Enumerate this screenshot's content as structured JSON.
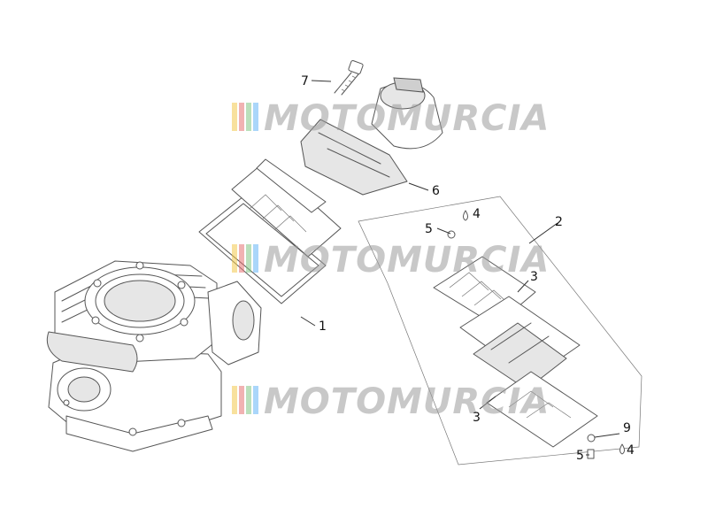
{
  "watermark": {
    "text": "MOTOMURCIA",
    "stripe_colors": [
      "#f2c94c",
      "#e57373",
      "#81c784",
      "#64b5f6"
    ]
  },
  "callouts": [
    {
      "id": "part-7",
      "label": "7"
    },
    {
      "id": "part-6",
      "label": "6"
    },
    {
      "id": "part-2",
      "label": "2"
    },
    {
      "id": "part-4-top",
      "label": "4"
    },
    {
      "id": "part-5-top",
      "label": "5"
    },
    {
      "id": "part-3-top",
      "label": "3"
    },
    {
      "id": "part-1",
      "label": "1"
    },
    {
      "id": "part-3-bottom",
      "label": "3"
    },
    {
      "id": "part-9",
      "label": "9"
    },
    {
      "id": "part-5-bottom",
      "label": "5"
    },
    {
      "id": "part-4-bottom",
      "label": "4"
    }
  ]
}
